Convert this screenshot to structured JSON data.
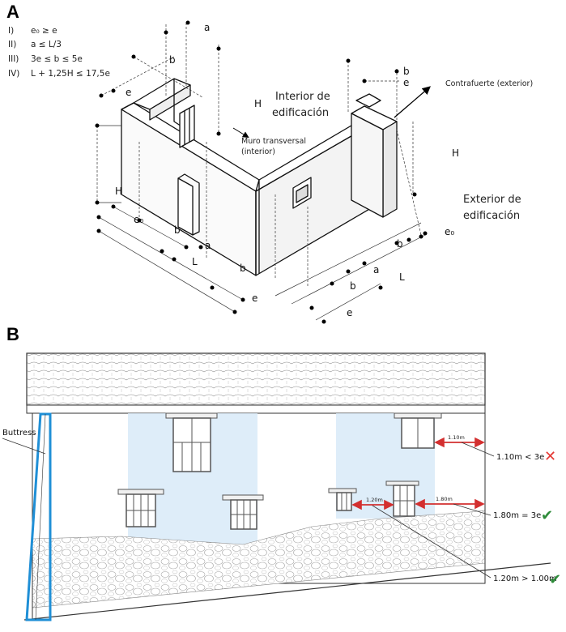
{
  "panels": {
    "a": "A",
    "b": "B"
  },
  "rules": [
    {
      "num": "I)",
      "text": "e₀ ≥ e"
    },
    {
      "num": "II)",
      "text": "a ≤ L/3"
    },
    {
      "num": "III)",
      "text": "3e ≤ b ≤ 5e"
    },
    {
      "num": "IV)",
      "text": "L + 1,25H ≤ 17,5e"
    }
  ],
  "panel_a": {
    "interior_line1": "Interior de",
    "interior_line2": "edificación",
    "exterior_line1": "Exterior de",
    "exterior_line2": "edificación",
    "buttress_label": "Contrafuerte (exterior)",
    "wall_line1": "Muro transversal",
    "wall_line2": "(interior)",
    "dims": {
      "a": "a",
      "b": "b",
      "e": "e",
      "H": "H",
      "L": "L",
      "e0": "e₀"
    }
  },
  "panel_b": {
    "buttress_label": "Buttress",
    "dim_110": "1.10m",
    "dim_180": "1.80m",
    "dim_120": "1.20m",
    "callout_1": "1.10m < 3e",
    "callout_2": "1.80m = 3e",
    "callout_3": "1.20m > 1.00m",
    "colors": {
      "fail": "#e53935",
      "pass": "#2e8b3a",
      "buttress": "#1f8fd6",
      "dim": "#d32f2f",
      "zone": "#d6e8f7"
    }
  }
}
